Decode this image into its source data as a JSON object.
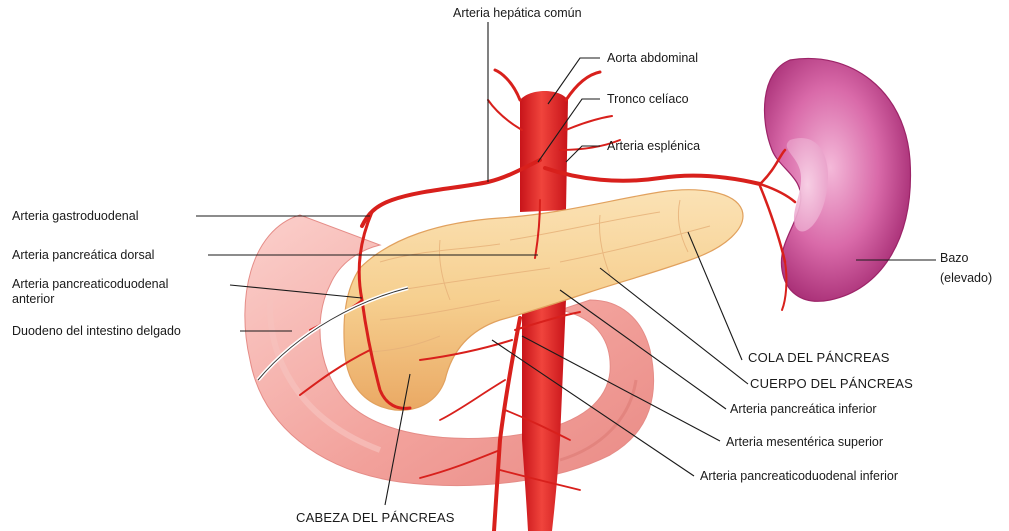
{
  "labels": {
    "arteria_hepatica_comun": "Arteria hepática común",
    "aorta_abdominal": "Aorta abdominal",
    "tronco_celiaco": "Tronco celíaco",
    "arteria_esplenica": "Arteria esplénica",
    "arteria_gastroduodenal": "Arteria gastroduodenal",
    "arteria_pancreatica_dorsal": "Arteria pancreática dorsal",
    "arteria_pancreaticoduodenal_anterior_line1": "Arteria pancreaticoduodenal",
    "arteria_pancreaticoduodenal_anterior_line2": "anterior",
    "duodeno": "Duodeno del intestino delgado",
    "bazo_line1": "Bazo",
    "bazo_line2": "(elevado)",
    "cola_pancreas": "COLA DEL PÁNCREAS",
    "cuerpo_pancreas": "CUERPO DEL PÁNCREAS",
    "arteria_pancreatica_inferior": "Arteria pancreática inferior",
    "arteria_mesenterica_superior": "Arteria mesentérica superior",
    "arteria_pancreaticoduodenal_inferior": "Arteria pancreaticoduodenal inferior",
    "cabeza_pancreas": "CABEZA DEL PÁNCREAS"
  },
  "colors": {
    "pancreas": "#f6cf8f",
    "pancreas_dark": "#e9a95e",
    "artery": "#d8201c",
    "duodenum": "#f5a9a4",
    "spleen": "#d65aa0",
    "spleen_dark": "#a42a72",
    "leader": "#1a1a1a"
  }
}
